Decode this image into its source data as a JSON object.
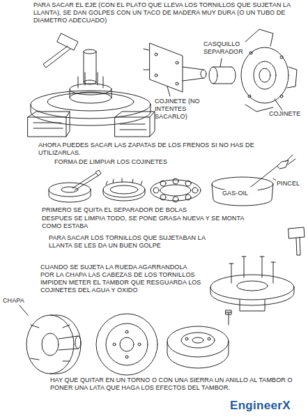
{
  "diagram": {
    "labels": [
      "PARA SACAR EL EJE (CON EL PLATO QUE LLEVA LOS TORNILLOS QUE SUJETAN LA LLANTA), SE DAN GOLPES CON UN TACO DE MADERA MUY DURA (O UN TUBO DE DIAMETRO ADECUADO)",
      "CASQUILLO SEPARADOR",
      "COJINETE (NO INTENTES SACARLO)",
      "COJINETE",
      "AHORA PUEDES SACAR LAS ZAPATAS DE LOS FRENOS SI NO HAS DE UTILIZARLAS.",
      "FORMA DE LIMPIAR LOS COJINETES",
      "PINCEL",
      "GAS-OIL",
      "PRIMERO SE QUITA EL SEPARADOR DE BOLAS",
      "DESPUES SE LIMPIA TODO, SE PONE GRASA NUEVA Y SE MONTA COMO ESTABA",
      "PARA SACAR LOS TORNILLOS QUE SUJETABAN LA LLANTA SE LES DA UN BUEN GOLPE",
      "CUANDO SE SUJETA LA RUEDA AGARRANDOLA POR LA CHAPA LAS CABEZAS DE LOS TORNILLOS IMPIDEN METER EL TAMBOR QUE RESGUARDA LOS COJINETES DEL AGUA Y OXIDO",
      "CHAPA",
      "HAY QUE QUITAR EN UN TORNO O CON UNA SIERRA UN ANILLO AL TAMBOR O PONER UNA LATA QUE HAGA LOS EFECTOS DEL TAMBOR.",
      "EngineerX"
    ]
  }
}
